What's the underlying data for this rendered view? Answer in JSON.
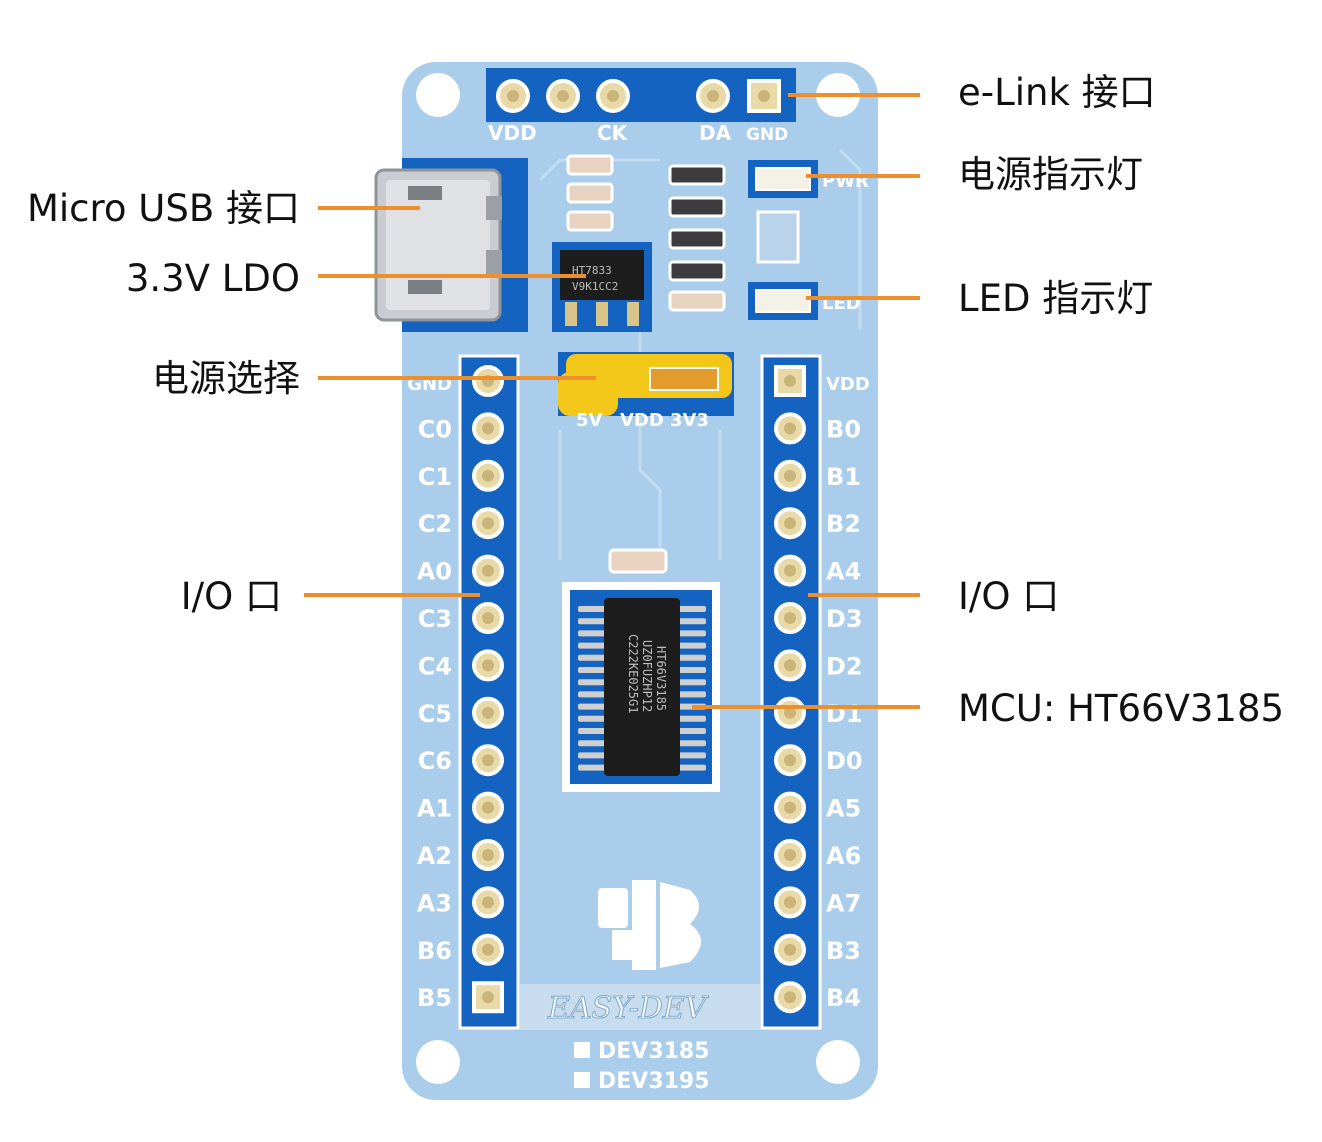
{
  "colors": {
    "board": "#a9cdea",
    "board_edge": "#9cc3e2",
    "header_blue": "#1463c0",
    "silk_text": "#ffffff",
    "leader_line": "#ee8f2e",
    "jumper": "#f3c61a",
    "chip": "#1d1d1d",
    "pin_gold": "#e9d9a6"
  },
  "board": {
    "elink_pins": [
      "VDD",
      "CK",
      "DA",
      "GND"
    ],
    "usb_chip_text": [
      "HT7833",
      "V9K1CC2"
    ],
    "mcu_text": [
      "HT66V3185",
      "UZ0FUZHP12",
      "C222KE025G1"
    ],
    "jumper_labels": [
      "5V",
      "VDD",
      "3V3"
    ],
    "indicator_pwr": "PWR",
    "indicator_led": "LED",
    "left_pins": [
      "GND",
      "C0",
      "C1",
      "C2",
      "A0",
      "C3",
      "C4",
      "C5",
      "C6",
      "A1",
      "A2",
      "A3",
      "B6",
      "B5"
    ],
    "right_pins": [
      "VDD",
      "B0",
      "B1",
      "B2",
      "A4",
      "D3",
      "D2",
      "D1",
      "D0",
      "A5",
      "A6",
      "A7",
      "B3",
      "B4"
    ],
    "brand_text": "EASY-DEV",
    "model_lines": [
      "DEV3185",
      "DEV3195"
    ]
  },
  "callouts": {
    "elink": "e-Link 接口",
    "power_led": "电源指示灯",
    "micro_usb": "Micro USB 接口",
    "ldo": "3.3V LDO",
    "led_indicator": "LED 指示灯",
    "power_select": "电源选择",
    "io_left": "I/O 口",
    "io_right": "I/O 口",
    "mcu": "MCU: HT66V3185"
  }
}
